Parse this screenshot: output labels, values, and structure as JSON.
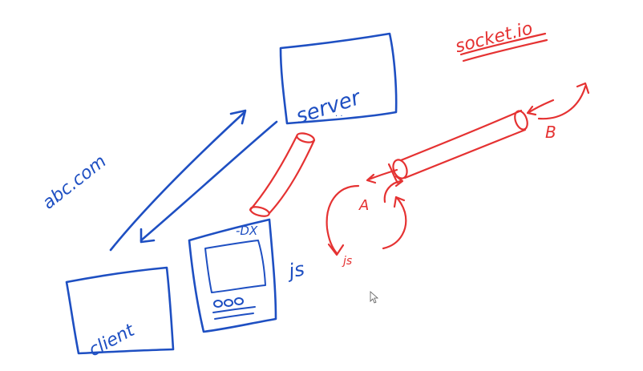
{
  "colors": {
    "background": "#ffffff",
    "blue_ink": "#1e4fc2",
    "red_ink": "#e53232"
  },
  "labels": {
    "server": "server",
    "client": "client",
    "domain": "abc.com",
    "js": "js",
    "dx": "-DX",
    "socket_io": "socket.io",
    "end_a": "A",
    "end_b": "B",
    "js_small": "js"
  },
  "icons": {
    "cursor": "mouse-pointer-icon"
  }
}
